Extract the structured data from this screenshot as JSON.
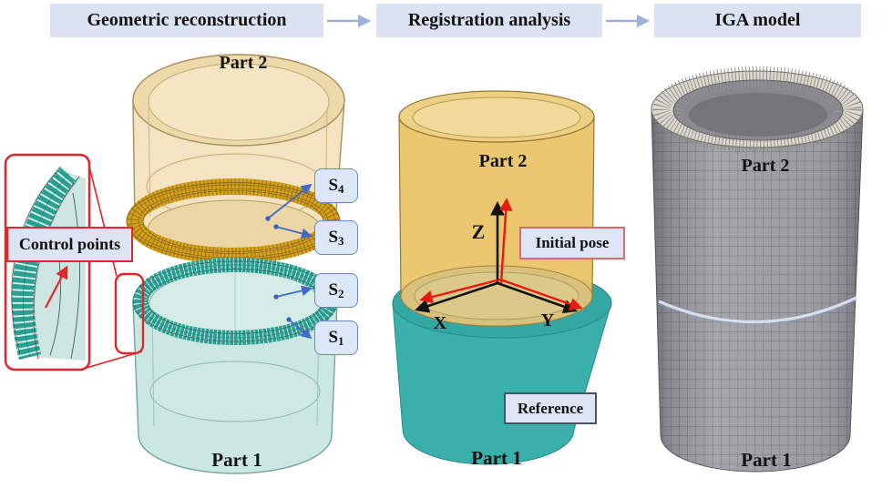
{
  "workflow": {
    "steps": [
      {
        "label": "Geometric reconstruction"
      },
      {
        "label": "Registration analysis"
      },
      {
        "label": "IGA model"
      }
    ]
  },
  "geometric_reconstruction": {
    "part2_label": "Part 2",
    "part1_label": "Part 1",
    "control_points_label": "Control points",
    "surfaces": [
      {
        "base": "S",
        "sub": "4"
      },
      {
        "base": "S",
        "sub": "3"
      },
      {
        "base": "S",
        "sub": "2"
      },
      {
        "base": "S",
        "sub": "1"
      }
    ]
  },
  "registration_analysis": {
    "part2_label": "Part 2",
    "part1_label": "Part 1",
    "initial_pose_label": "Initial pose",
    "reference_label": "Reference",
    "axis_x": "X",
    "axis_y": "Y",
    "axis_z": "Z"
  },
  "iga_model": {
    "part2_label": "Part 2",
    "part1_label": "Part 1"
  },
  "colors": {
    "step_box_bg": "#dbe3f2",
    "flow_arrow": "#9cb0da",
    "s_box_bg": "#dce7f8",
    "s_box_border": "#6b88c9",
    "annotation_bg": "#dee4f3",
    "highlight_red": "#e3262b",
    "axis_black": "#131313",
    "axis_red": "#e8190f",
    "part2_tan": "#eac56a",
    "part1_teal": "#3ab0ab",
    "mesh_gold": "#d7a21c",
    "mesh_teal": "#2aa093",
    "iga_gray": "#9b9ba1"
  }
}
